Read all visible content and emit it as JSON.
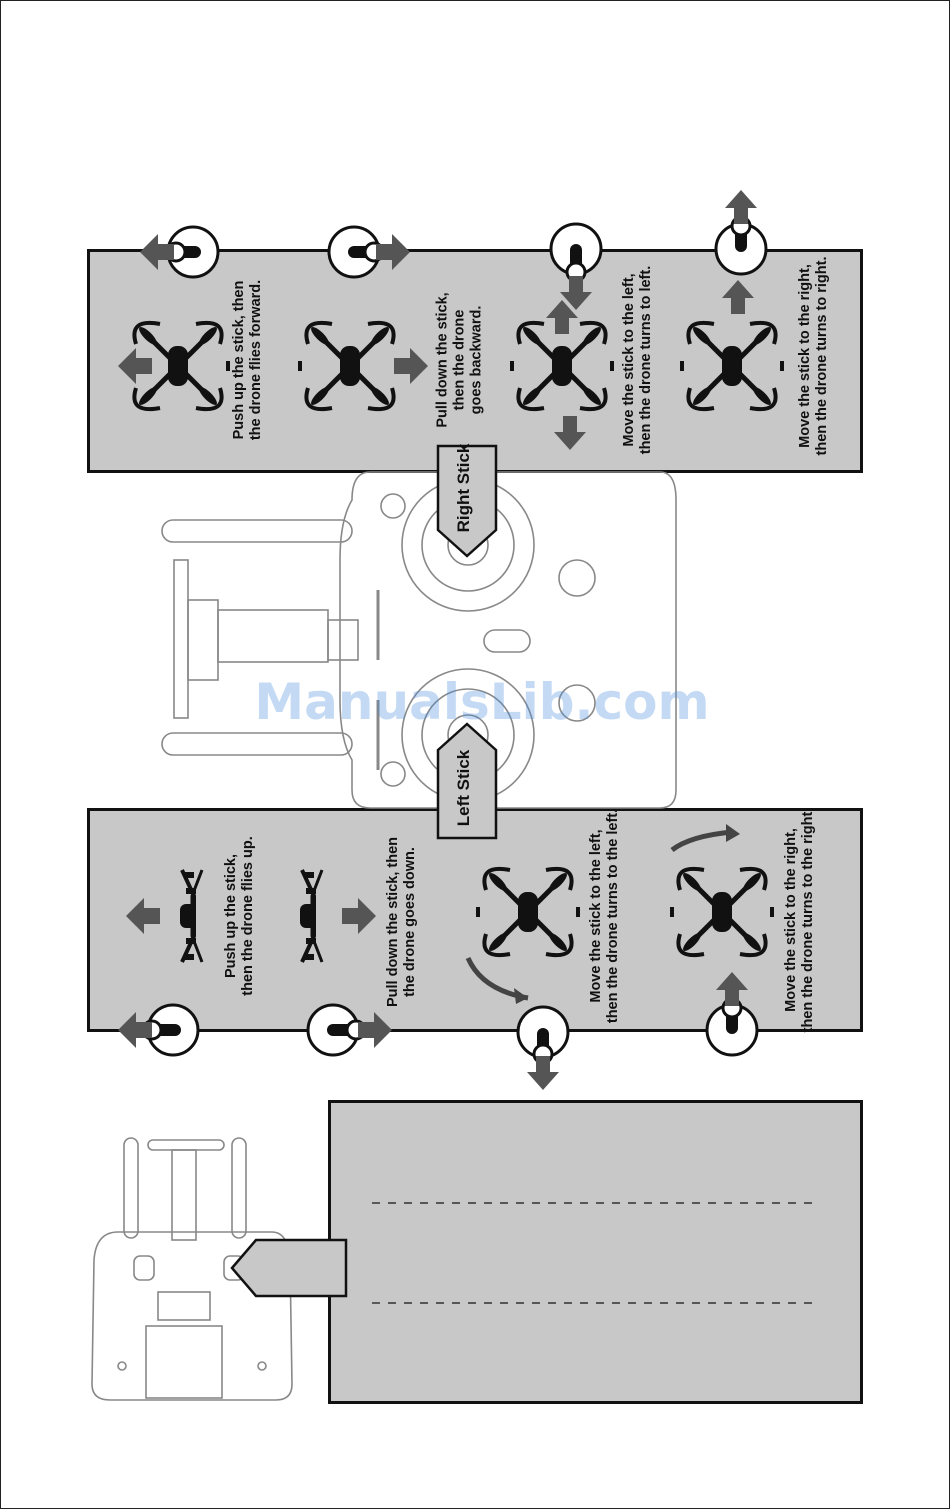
{
  "right_stick": {
    "tab_label": "Right Stick",
    "instructions": [
      "Push up the stick, then\nthe drone flies forward.",
      "Pull down the stick,\nthen the drone\ngoes backward.",
      "Move the stick to the left,\nthen the drone turns to left.",
      "Move the stick to the right,\nthen the drone turns to right."
    ]
  },
  "left_stick": {
    "tab_label": "Left Stick",
    "instructions": [
      "Push up the stick,\nthen the drone flies up.",
      "Pull down the stick, then\nthe drone goes down.",
      "Move the stick to the left,\nthen the drone turns to the left.",
      "Move the stick to the right,\nthen the drone turns to the right."
    ]
  },
  "watermark": "ManualsLib.com",
  "colors": {
    "panel": "#c8c8c8",
    "ink": "#111111",
    "watermark": "#4a8fe0"
  }
}
